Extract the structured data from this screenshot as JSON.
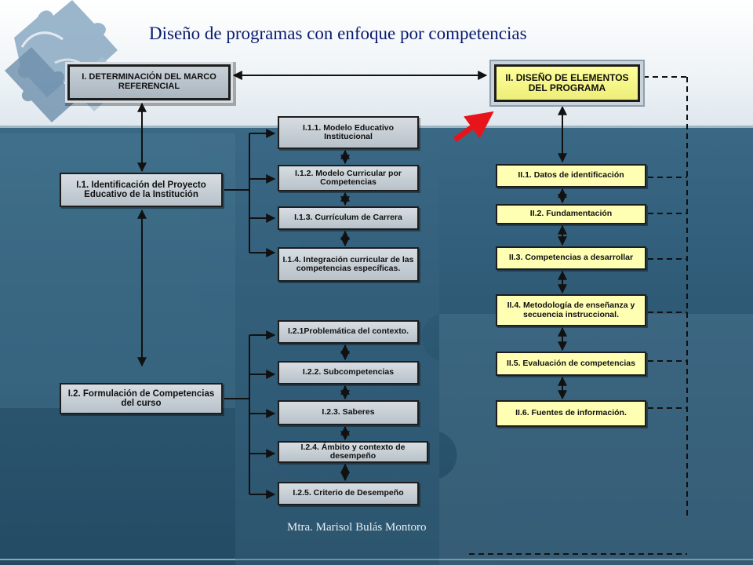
{
  "title": "Diseño de programas con enfoque por competencias",
  "footer": "Mtra. Marisol Bulás Montoro",
  "colors": {
    "box_gray": "#c3ccd3",
    "box_yellow": "#ffffb3",
    "title_blue": "#0a1a6e",
    "arrow_red": "#e8141c",
    "background": "#2c5670"
  },
  "icons": {
    "puzzle": "puzzle-piece-icon",
    "pointer": "red-arrow-icon"
  },
  "boxes": {
    "b1": "I.  DETERMINACIÓN DEL MARCO REFERENCIAL",
    "b2": "II.  DISEÑO DE ELEMENTOS DEL PROGRAMA",
    "b11": "I.1. Identificación del Proyecto Educativo de la Institución",
    "b12": "I.2. Formulación de Competencias del curso",
    "s111": "I.1.1. Modelo Educativo Institucional",
    "s112": "I.1.2. Modelo Curricular por Competencias",
    "s113": "I.1.3. Currículum de Carrera",
    "s114": "I.1.4. Integración curricular de las competencias específicas.",
    "s121": "I.2.1Problemática del contexto.",
    "s122": "I.2.2. Subcompetencias",
    "s123": "I.2.3. Saberes",
    "s124": "I.2.4. Ámbito y contexto de desempeño",
    "s125": "I.2.5. Criterio de Desempeño",
    "y1": "II.1. Datos de identificación",
    "y2": "II.2. Fundamentación",
    "y3": "II.3. Competencias a desarrollar",
    "y4": "II.4. Metodología de enseñanza  y secuencia instruccional.",
    "y5": "II.5. Evaluación de competencias",
    "y6": "II.6. Fuentes de información."
  }
}
